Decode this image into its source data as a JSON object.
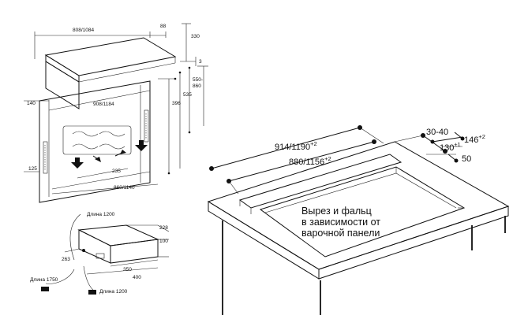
{
  "hood_view": {
    "dims": {
      "top_width": "808/1084",
      "top_depth": "88",
      "top_height": "330",
      "right_small": "3",
      "rise": "550-\n860",
      "mid_height": "535",
      "body_height": "396",
      "left_small": "140",
      "inner_width": "908/1184",
      "vent_spacing": "235",
      "base_width": "860/1140",
      "bottom_left": "125"
    }
  },
  "motor_view": {
    "cable_top": "Длина 1200",
    "depth": "228",
    "height": "100",
    "side": "263",
    "width_inner": "350",
    "width_outer": "400",
    "cable_left": "Длина 1750",
    "cable_bottom": "Длина 1200"
  },
  "cooktop_view": {
    "dim_outer_width": "914/1190",
    "dim_outer_width_tol": "+2",
    "dim_inner_width": "880/1156",
    "dim_inner_width_tol": "+2",
    "dim_depth": "30-40",
    "dim_gap": "130",
    "dim_gap_tol": "±1",
    "dim_right": "146",
    "dim_right_tol": "+2",
    "dim_slot": "50",
    "note_line1": "Вырез и фальц",
    "note_line2": "в зависимости от",
    "note_line3": "варочной панели"
  }
}
